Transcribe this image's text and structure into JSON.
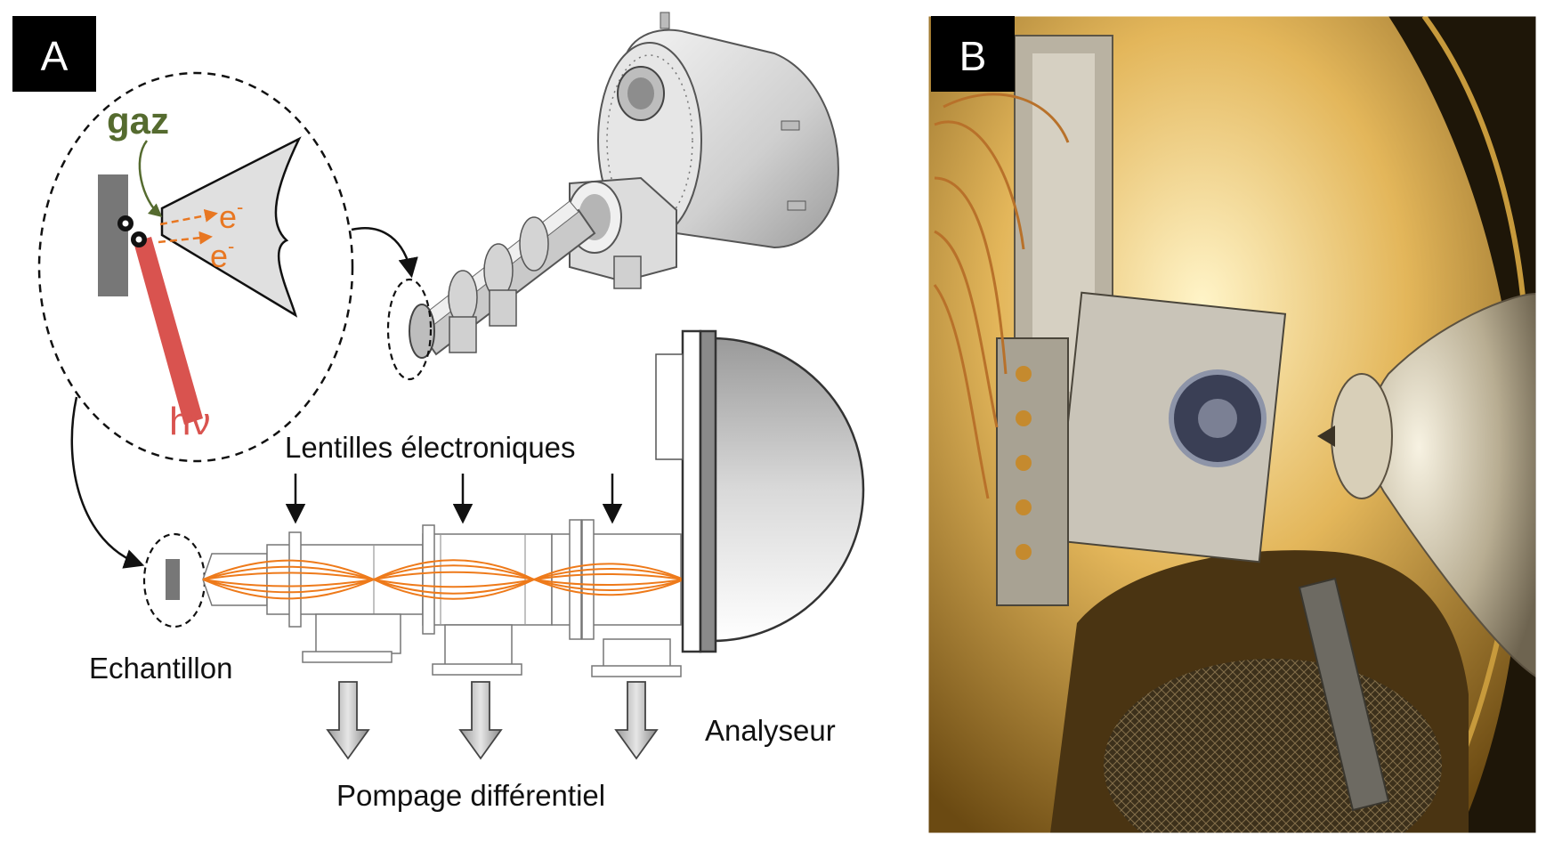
{
  "panels": {
    "a": {
      "letter": "A"
    },
    "b": {
      "letter": "B"
    }
  },
  "inset": {
    "gas": "gaz",
    "electron": "e",
    "electron_sup": "-",
    "photon": "hν"
  },
  "labels": {
    "lenses": "Lentilles électroniques",
    "sample": "Echantillon",
    "pumping": "Pompage différentiel",
    "analyzer": "Analyseur"
  },
  "colors": {
    "gas": "#556b2f",
    "electron": "#e87722",
    "photon": "#d9534f",
    "trajectory": "#ee7a1a",
    "panel_badge": "#000000"
  }
}
